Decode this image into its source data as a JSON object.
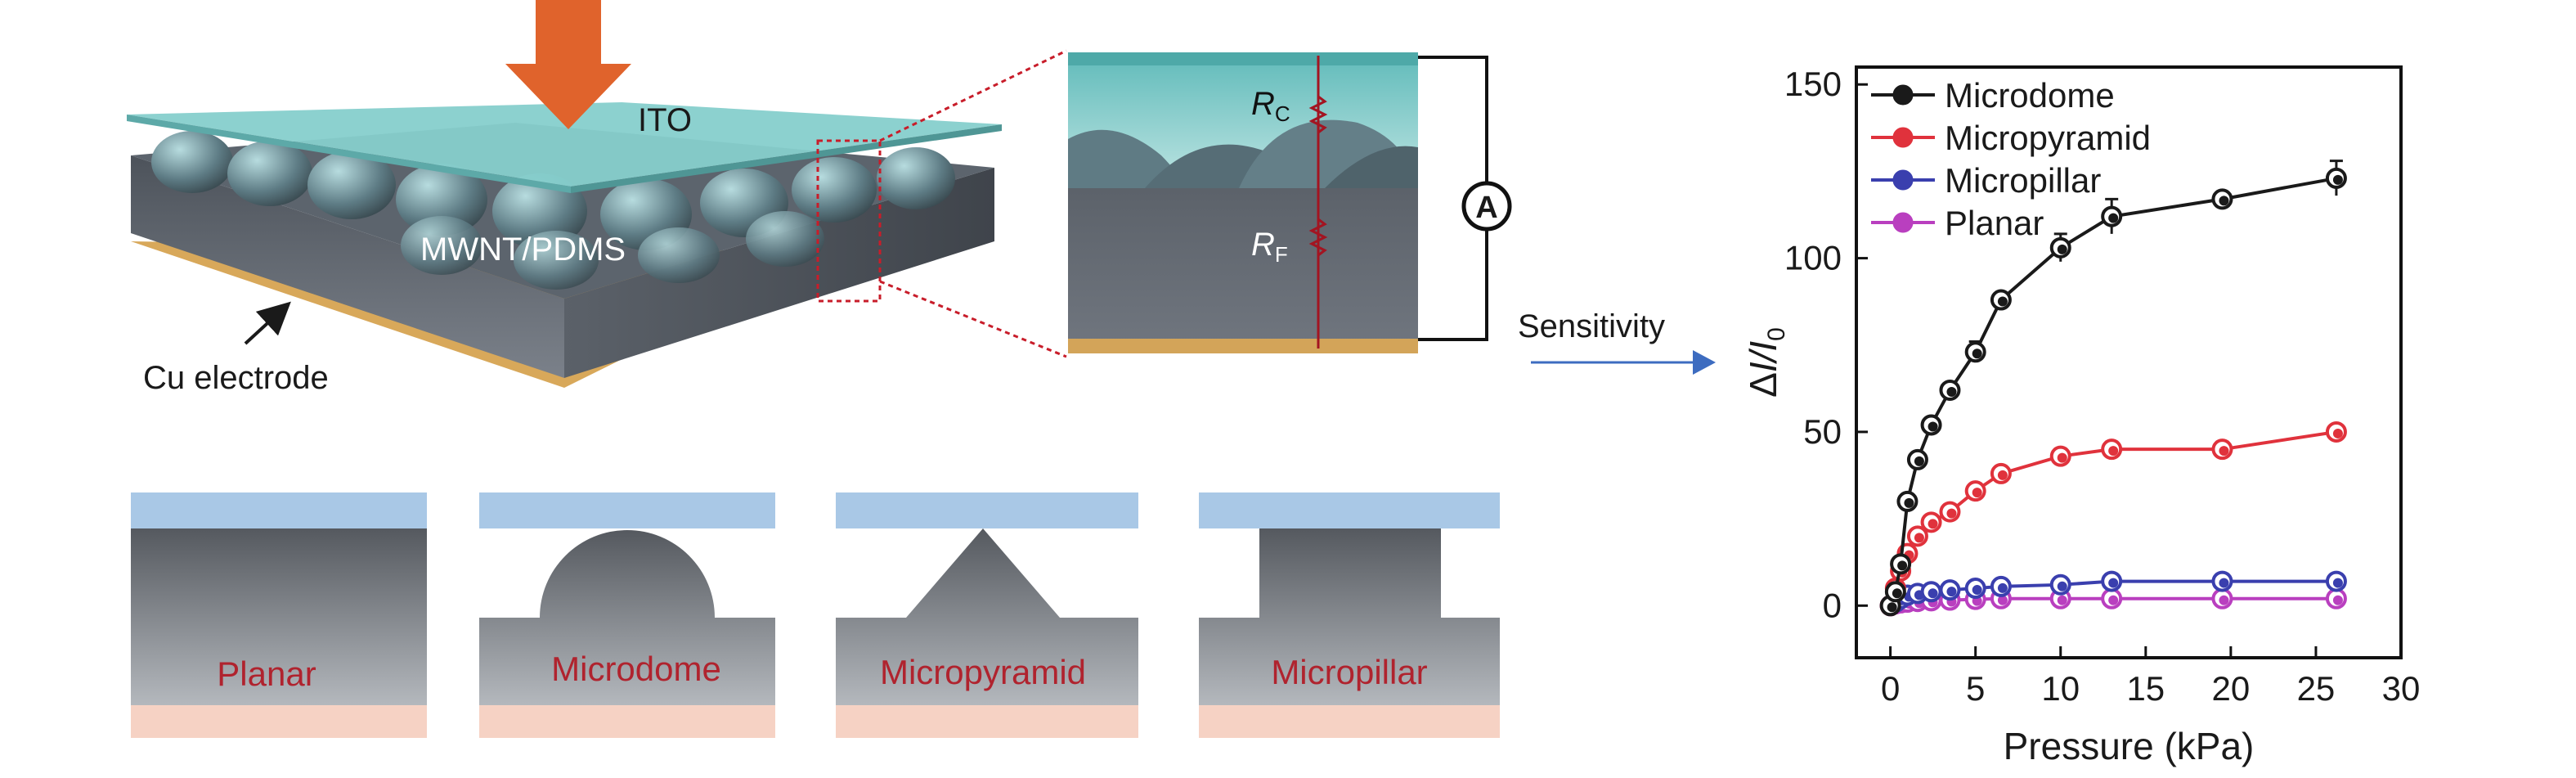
{
  "device": {
    "top_electrode_label": "ITO",
    "film_label": "MWNT/PDMS",
    "bottom_electrode_label": "Cu electrode"
  },
  "zoom": {
    "contact_resistance_symbol": "R",
    "contact_resistance_sub": "C",
    "film_resistance_symbol": "R",
    "film_resistance_sub": "F",
    "ammeter_symbol": "A"
  },
  "arrow_label": "Sensitivity",
  "profiles": [
    {
      "label": "Planar"
    },
    {
      "label": "Microdome"
    },
    {
      "label": "Micropyramid"
    },
    {
      "label": "Micropillar"
    }
  ],
  "colors": {
    "ito": "#86cfcc",
    "film": "#6f7680",
    "copper": "#d8a85a",
    "press_arrow": "#e0632c",
    "microdome": "#1a1a1a",
    "micropyramid": "#e0323c",
    "micropillar": "#3a3fae",
    "planar": "#b93fbf",
    "profile_top": "#a9c8e6",
    "profile_bottom": "#f6d2c4"
  },
  "chart_data": {
    "type": "line",
    "ylabel": "ΔI/I₀",
    "ylabel_parts": [
      "Δ",
      "I",
      "/I",
      "0"
    ],
    "xlabel": "Pressure (kPa)",
    "xlim": [
      -2,
      30
    ],
    "ylim": [
      -15,
      155
    ],
    "xticks": [
      "0",
      "5",
      "10",
      "15",
      "20",
      "25",
      "30"
    ],
    "xtick_values": [
      0,
      5,
      10,
      15,
      20,
      25,
      30
    ],
    "yticks": [
      "0",
      "50",
      "100",
      "150"
    ],
    "ytick_values": [
      0,
      50,
      100,
      150
    ],
    "grid": false,
    "legend_position": "top-left",
    "series": [
      {
        "name": "Microdome",
        "color": "#1a1a1a",
        "x": [
          0,
          0.3,
          0.6,
          1.0,
          1.6,
          2.4,
          3.5,
          5.0,
          6.5,
          10.0,
          13.0,
          19.5,
          26.2
        ],
        "y": [
          0,
          4,
          12,
          30,
          42,
          52,
          62,
          73,
          88,
          103,
          112,
          117,
          123
        ],
        "err": [
          0,
          0,
          0,
          0,
          0,
          0,
          0,
          3,
          0,
          4,
          5,
          2,
          5
        ]
      },
      {
        "name": "Micropyramid",
        "color": "#e0323c",
        "x": [
          0,
          0.3,
          0.6,
          1.0,
          1.6,
          2.4,
          3.5,
          5.0,
          6.5,
          10.0,
          13.0,
          19.5,
          26.2
        ],
        "y": [
          0,
          5,
          10,
          15,
          20,
          24,
          27,
          33,
          38,
          43,
          45,
          45,
          50
        ],
        "err": [
          0,
          0,
          0,
          0,
          0,
          0,
          0,
          0,
          0,
          0,
          0,
          0,
          0
        ]
      },
      {
        "name": "Micropillar",
        "color": "#3a3fae",
        "x": [
          0,
          0.3,
          0.6,
          1.0,
          1.6,
          2.4,
          3.5,
          5.0,
          6.5,
          10.0,
          13.0,
          19.5,
          26.2
        ],
        "y": [
          0,
          1,
          2,
          3,
          3.5,
          4,
          4.5,
          5,
          5.5,
          6,
          7,
          7,
          7
        ],
        "err": [
          0,
          0,
          0,
          0,
          0,
          0,
          0,
          0,
          0,
          0,
          0,
          0,
          0
        ]
      },
      {
        "name": "Planar",
        "color": "#b93fbf",
        "x": [
          0,
          0.3,
          0.6,
          1.0,
          1.6,
          2.4,
          3.5,
          5.0,
          6.5,
          10.0,
          13.0,
          19.5,
          26.2
        ],
        "y": [
          0,
          0.5,
          0.8,
          1,
          1.2,
          1.4,
          1.6,
          1.8,
          2,
          2,
          2,
          2,
          2
        ],
        "err": [
          0,
          0,
          0,
          0,
          0,
          0,
          0,
          0,
          0,
          0,
          0,
          0,
          0
        ]
      }
    ]
  }
}
